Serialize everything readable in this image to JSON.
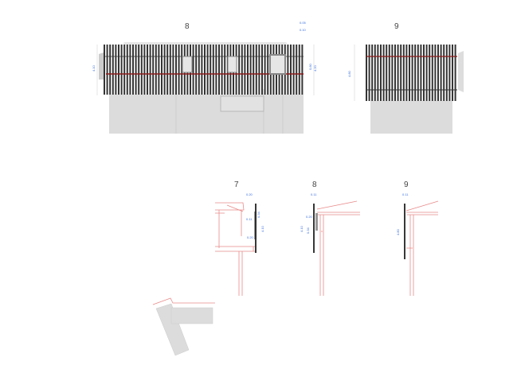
{
  "elevations": [
    {
      "label": "8",
      "dims": [
        "0.05",
        "0.10",
        "4.10",
        "0.80",
        "4.20"
      ]
    },
    {
      "label": "9",
      "dims": [
        "4.80"
      ]
    }
  ],
  "sections": [
    {
      "label": "7",
      "dims": [
        "0.20",
        "0.11",
        "0.34",
        "0.20",
        "4.10"
      ]
    },
    {
      "label": "8",
      "dims": [
        "0.11",
        "0.20",
        "0.34",
        "4.10"
      ]
    },
    {
      "label": "9",
      "dims": [
        "0.11",
        "4.80"
      ]
    }
  ],
  "colors": {
    "dimension": "#3a6fe0",
    "section_line": "#e98a8a",
    "rail": "#8b1a1a",
    "slat": "#333333"
  }
}
